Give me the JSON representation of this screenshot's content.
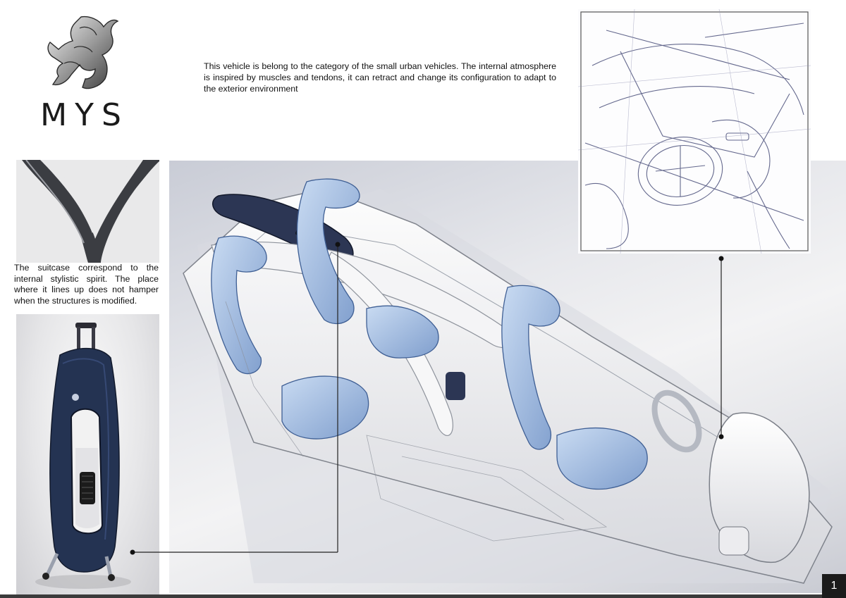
{
  "brand": {
    "name": "MYS",
    "logo_icon": "peugeot-lion-icon"
  },
  "intro_text": "This vehicle  is belong to the category of the small urban vehicles. The internal atmosphere is inspired by muscles and tendons, it can retract and change its configuration to adapt to the exterior environment",
  "suitcase_text": "The suitcase correspond to the internal stylistic spirit. The place where it lines up does not hamper when the structures is modified.",
  "page_number": "1",
  "colors": {
    "accent_blue": "#8fb0dc",
    "dark_navy": "#23314f",
    "footer_dark": "#1b1b1b"
  }
}
